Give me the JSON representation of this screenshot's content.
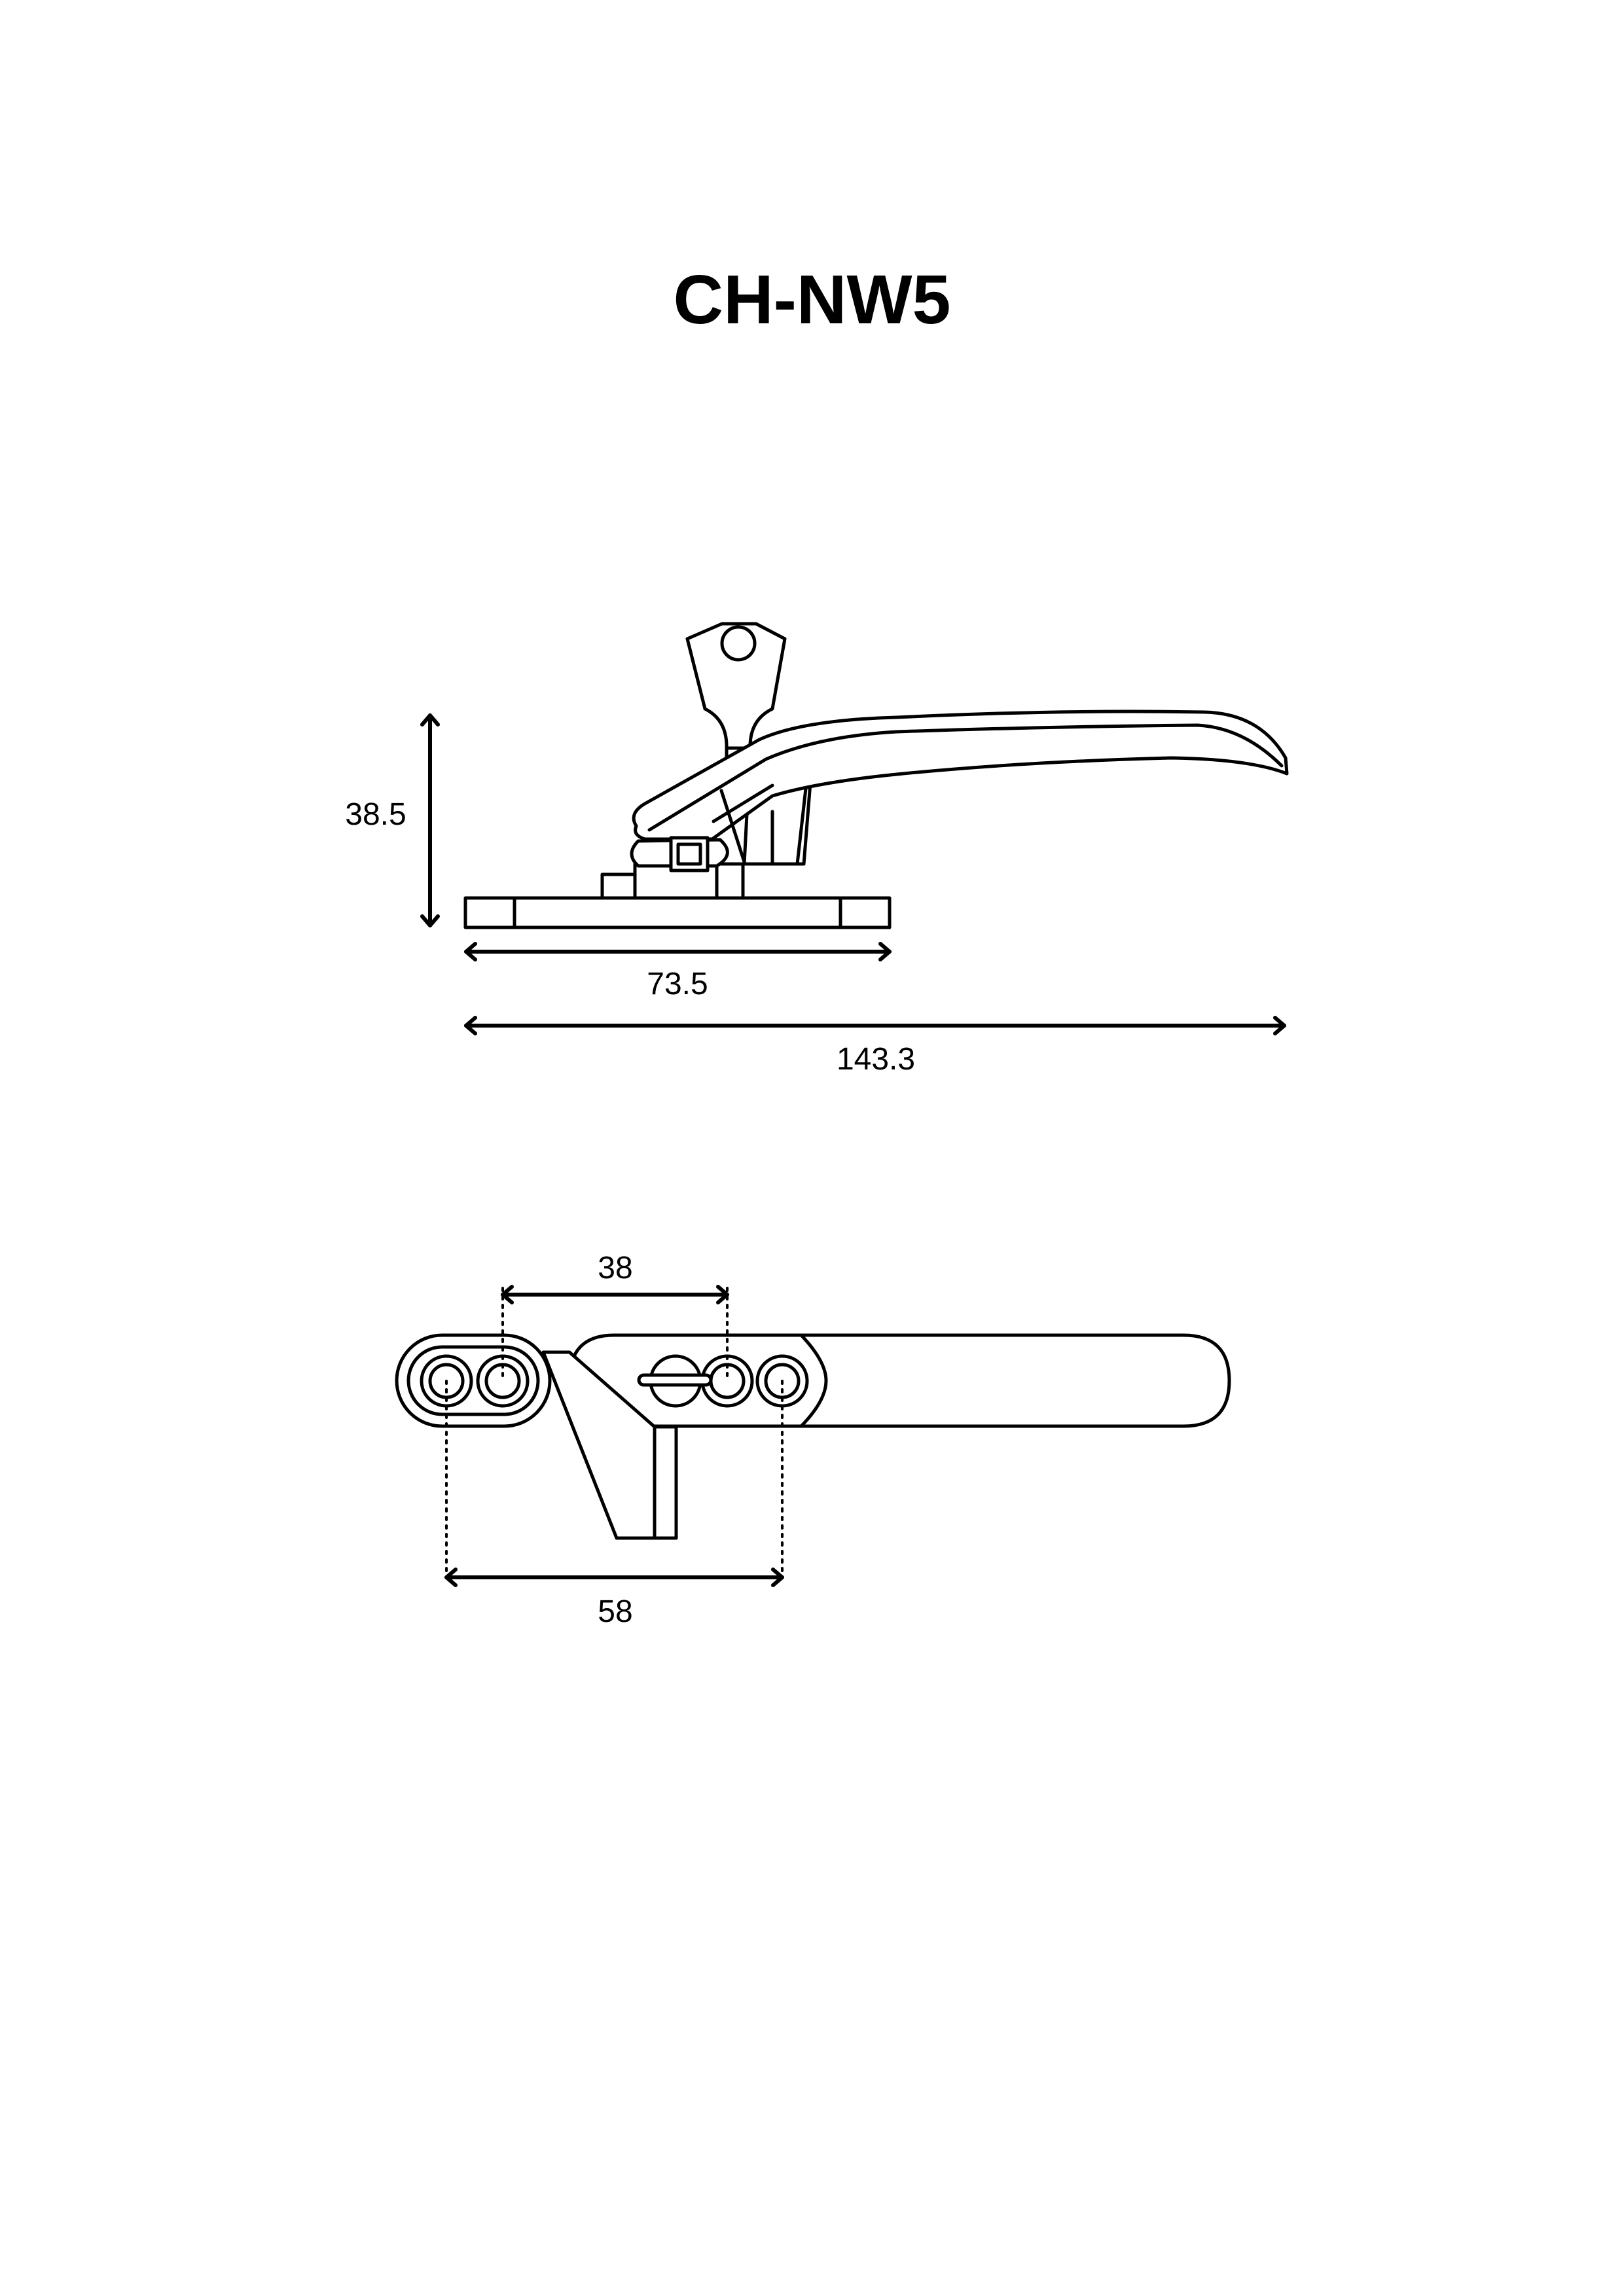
{
  "title": "CH-NW5",
  "side_view": {
    "dim_height": "38.5",
    "dim_base_length": "73.5",
    "dim_overall_length": "143.3"
  },
  "top_view": {
    "dim_hole_spacing_inner": "38",
    "dim_hole_spacing_outer": "58"
  }
}
